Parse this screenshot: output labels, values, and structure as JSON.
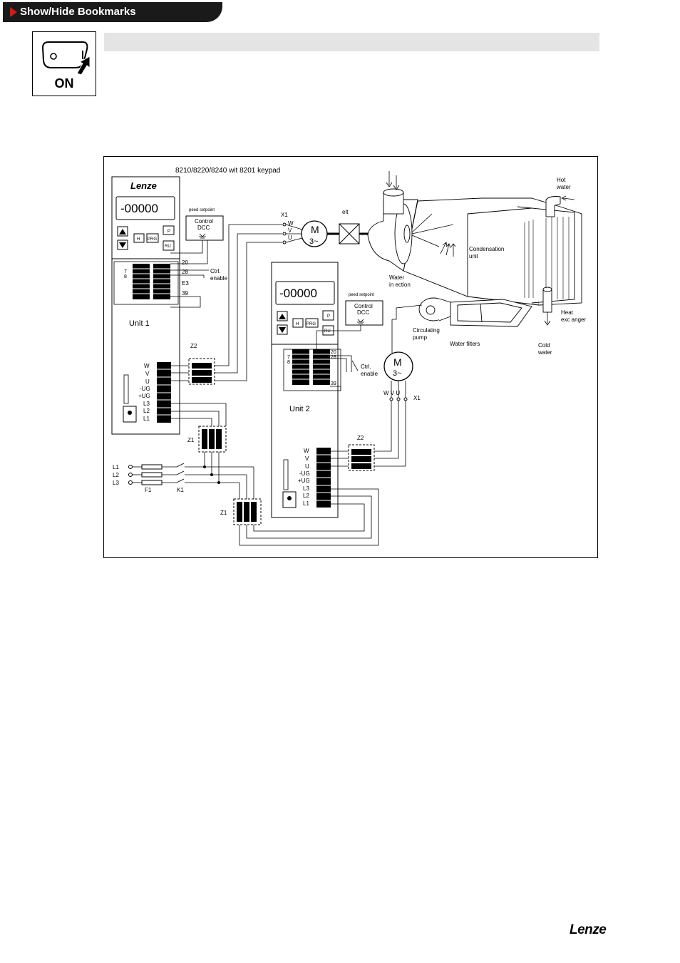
{
  "bookmark_tab": {
    "label": "Show/Hide Bookmarks"
  },
  "power_icon": {
    "label": "ON",
    "symbol_off": "O",
    "symbol_on": "I"
  },
  "figure": {
    "title": "8210/8220/8240 wit   8201      keypad",
    "unit1": {
      "brand": "Lenze",
      "display": "-00000",
      "keys": [
        "H",
        "PRG",
        "P",
        "RU"
      ],
      "name": "Unit 1",
      "speed_setpoint": "peed setpoint",
      "control": "Control",
      "dcc": "DCC",
      "terminals_left": [
        "7",
        "8"
      ],
      "terminals": [
        "20",
        "28",
        "E3",
        "39"
      ],
      "ctrl_enable": [
        "Ctrl.",
        "enable"
      ],
      "power_terminals": [
        "W",
        "V",
        "U",
        "-UG",
        "+UG",
        "L3",
        "L2",
        "L1"
      ]
    },
    "unit2": {
      "brand": "",
      "display": "-00000",
      "keys": [
        "H",
        "PRG",
        "P",
        "RU"
      ],
      "name": "Unit 2",
      "speed_setpoint": "peed setpoint",
      "control": "Control",
      "dcc": "DCC",
      "terminals_left": [
        "7",
        "8"
      ],
      "terminals": [
        "20",
        "28",
        "39"
      ],
      "ctrl_enable": [
        "Ctrl.",
        "enable"
      ],
      "power_terminals": [
        "W",
        "V",
        "U",
        "-UG",
        "+UG",
        "L3",
        "L2",
        "L1"
      ]
    },
    "motor1": {
      "m": "M",
      "phase": "3~",
      "x1": "X1",
      "w": "W",
      "v": "V",
      "u": "U",
      "belt": "elt"
    },
    "motor2": {
      "m": "M",
      "phase": "3~",
      "x1": "X1",
      "wvu": "W V U"
    },
    "labels": {
      "z2": "Z2",
      "z1": "Z1",
      "f1": "F1",
      "k1": "K1",
      "l1": "L1",
      "l2": "L2",
      "l3": "L3",
      "hot_water": [
        "Hot",
        "water"
      ],
      "condensation": [
        "Condensation",
        "unit"
      ],
      "water_injection": [
        "Water",
        "in ection"
      ],
      "heat_exchanger": [
        "Heat",
        "exc  anger"
      ],
      "circulating_pump": [
        "Circulating",
        "pump"
      ],
      "water_filters": "Water filters",
      "cold_water": [
        "Cold",
        "water"
      ]
    }
  },
  "footer": {
    "logo": "Lenze"
  }
}
